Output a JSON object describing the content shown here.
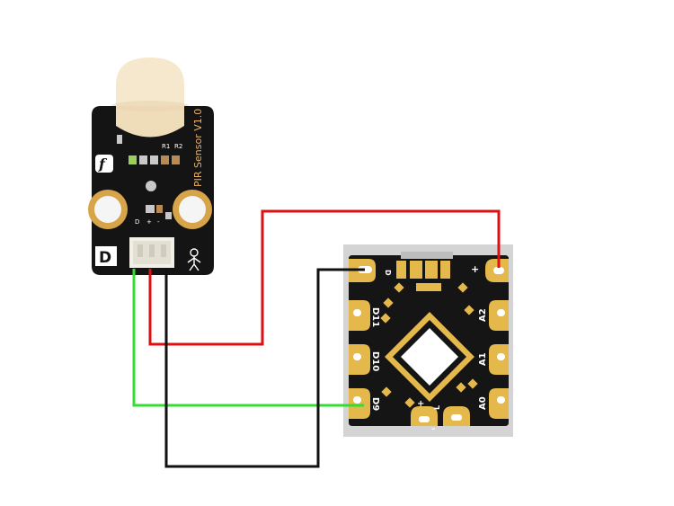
{
  "pir_sensor": {
    "board_label": "PIR Sensor V1.0",
    "logo": "f",
    "type_badge": "D",
    "resistor_labels": [
      "R1",
      "R2"
    ],
    "pin_labels": [
      "D",
      "+",
      "-"
    ],
    "icons": [
      "dfrobot-logo-icon",
      "person-icon",
      "lens-dome-icon"
    ]
  },
  "microcontroller": {
    "pin_labels": {
      "d_top": "D",
      "plus_top": "+",
      "d11": "D11",
      "d10": "D10",
      "d9": "D9",
      "a2": "A2",
      "a1": "A1",
      "a0": "A0",
      "plus_bottom": "+",
      "minus_bottom": "-",
      "l": "L"
    },
    "icons": [
      "chip-icon",
      "usb-port-icon"
    ]
  },
  "wires": [
    {
      "from": "D",
      "to": "D9",
      "color": "#33dd33"
    },
    {
      "from": "+",
      "to": "+",
      "color": "#dd1111"
    },
    {
      "from": "-",
      "to": "D",
      "color": "#111111"
    }
  ]
}
